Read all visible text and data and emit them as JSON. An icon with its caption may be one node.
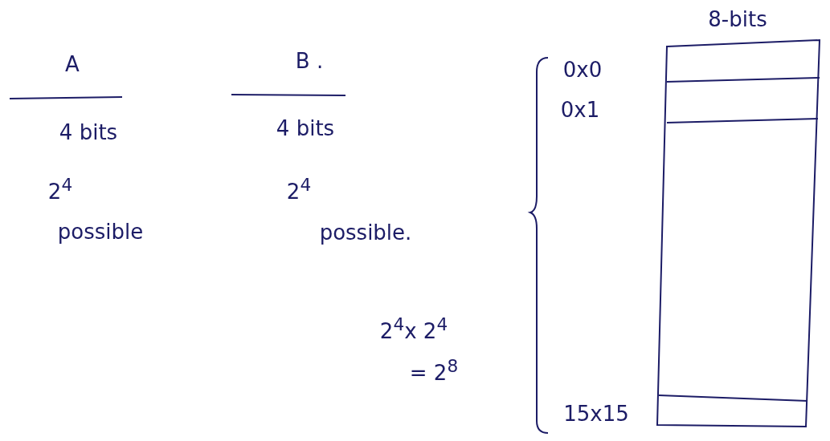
{
  "diagram": {
    "labels": [
      "8-bits",
      "A",
      "B .",
      "0x0",
      "0x1",
      "4 bits",
      "4 bits",
      "2$^{4}$",
      "2$^{4}$",
      "possible",
      "possible.",
      "2$^{4}$x 2$^{4}$",
      "= 2$^{8}$",
      "15x15"
    ]
  }
}
